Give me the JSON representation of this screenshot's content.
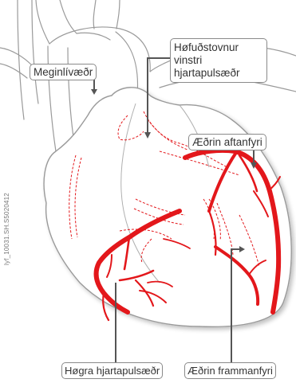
{
  "labels": {
    "aorta": "Meginlívæðr",
    "main_left_coronary": "Høfuðstovnur vinstri hjartapulsæðr",
    "posterior_artery": "Æðrin aftanfyri",
    "right_coronary": "Høgra hjartapulsæðr",
    "anterior_artery": "Æðrin frammanfyri"
  },
  "image_code": "lyf_10031.SH.S5020412",
  "colors": {
    "outline": "#9a9a9a",
    "artery": "#e3171b",
    "leader": "#555555",
    "background": "#ffffff"
  }
}
